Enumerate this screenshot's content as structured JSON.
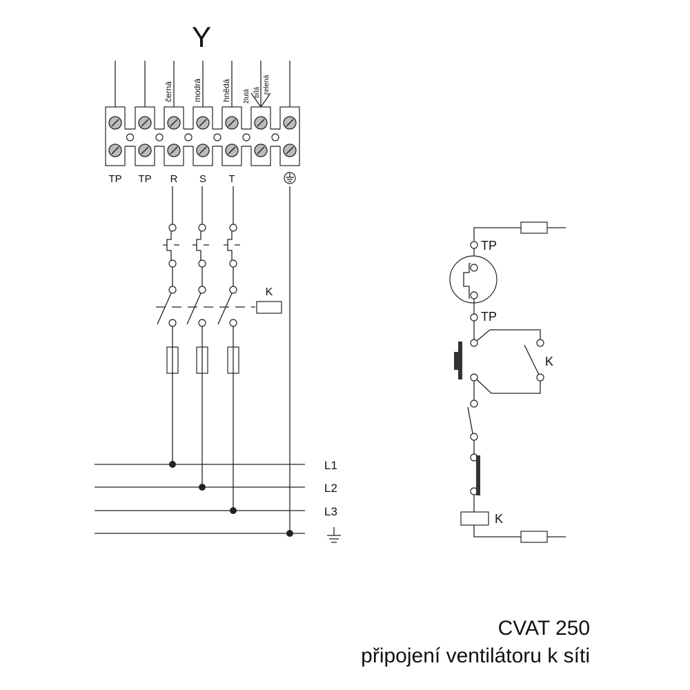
{
  "block_title": "Y",
  "wire_colors": [
    "černá",
    "modrá",
    "hnědá",
    "žlutá",
    "bílá",
    "zelená"
  ],
  "terminal_labels": [
    "TP",
    "TP",
    "R",
    "S",
    "T"
  ],
  "earth_icon": "ground-symbol",
  "contactor_label": "K",
  "bus_labels": [
    "L1",
    "L2",
    "L3"
  ],
  "control": {
    "tp_top": "TP",
    "tp_bottom": "TP",
    "k_contact": "K",
    "k_coil": "K"
  },
  "caption": {
    "title": "CVAT 250",
    "subtitle": "připojení ventilátoru k síti"
  }
}
